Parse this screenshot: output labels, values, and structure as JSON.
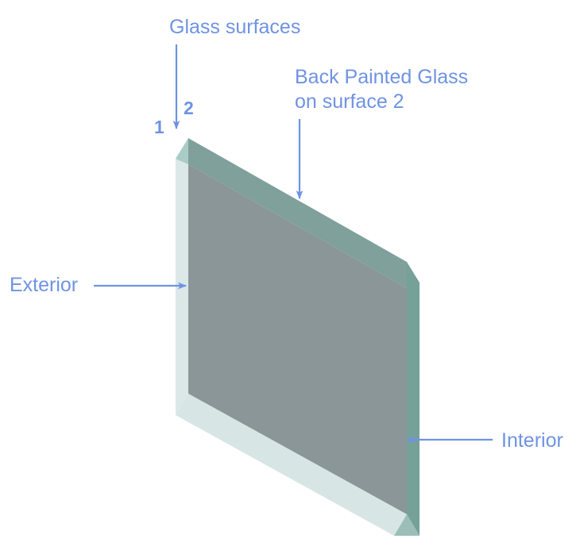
{
  "diagram": {
    "title_semantic": "back-painted-glass-cross-section",
    "background_color": "#ffffff",
    "accent_color": "#6f93e3",
    "labels": {
      "glass_surfaces": "Glass surfaces",
      "surface_one": "1",
      "surface_two": "2",
      "back_painted_glass": "Back Painted Glass",
      "on_surface_2": "on surface 2",
      "exterior": "Exterior",
      "interior": "Interior"
    },
    "glass_panel": {
      "front_face_color": "#8b9698",
      "top_bevel_color": "#7fa09b",
      "left_edge_color": "#dbe8e7",
      "left_edge_top_color": "#a9ccc6",
      "right_edge_color": "#75a199",
      "bottom_edge_color": "#d7e6e4",
      "bottom_edge_dark_color": "#9cbdb8",
      "description": "isometric glass pane with painted rear surface"
    },
    "annotations": [
      {
        "name": "glass-surfaces-arrow",
        "direction": "down",
        "target": "panel top corner"
      },
      {
        "name": "back-painted-glass-arrow",
        "direction": "down",
        "target": "painted front face"
      },
      {
        "name": "exterior-arrow",
        "direction": "right",
        "target": "surface 1"
      },
      {
        "name": "interior-arrow",
        "direction": "left",
        "target": "surface 2"
      }
    ]
  }
}
